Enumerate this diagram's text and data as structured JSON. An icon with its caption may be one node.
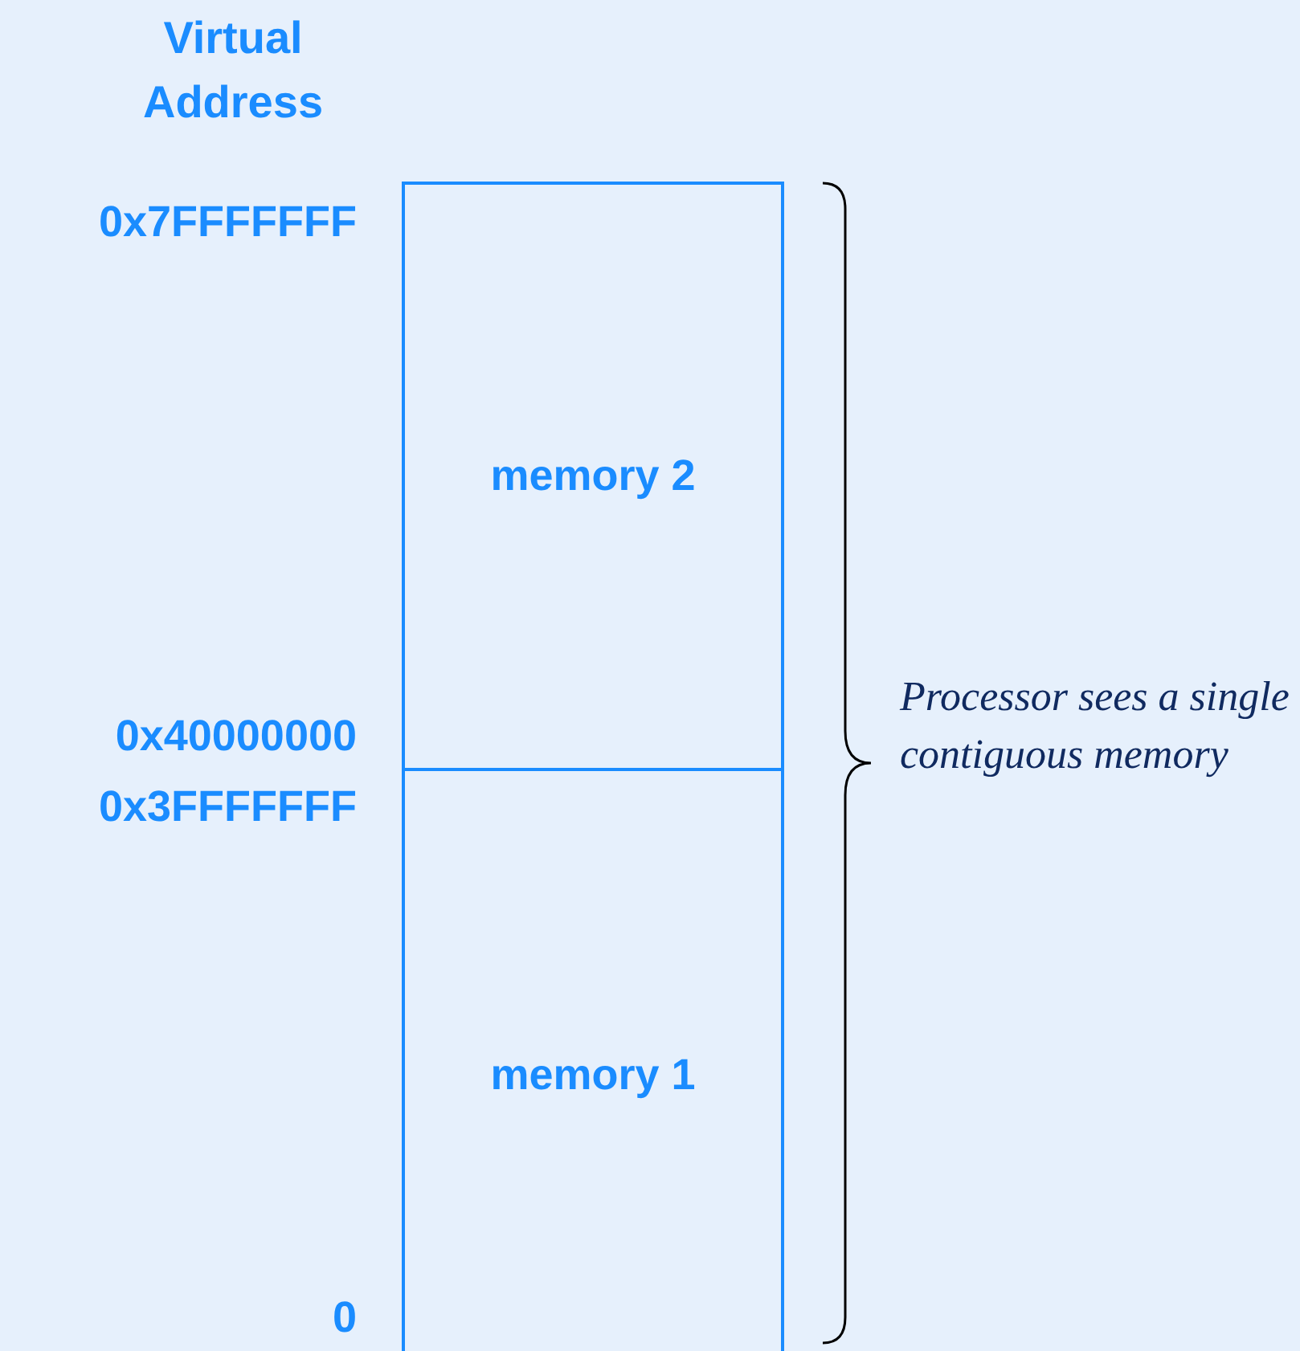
{
  "diagram": {
    "nodes": [
      {
        "text": [
          "memory 2"
        ]
      },
      {
        "text": [
          "memory 1"
        ]
      }
    ],
    "labels": [
      "Virtual Address",
      "0x7FFFFFFF",
      "0x40000000",
      "0x3FFFFFFF",
      "0",
      "Processor sees a single contiguous memory"
    ]
  }
}
